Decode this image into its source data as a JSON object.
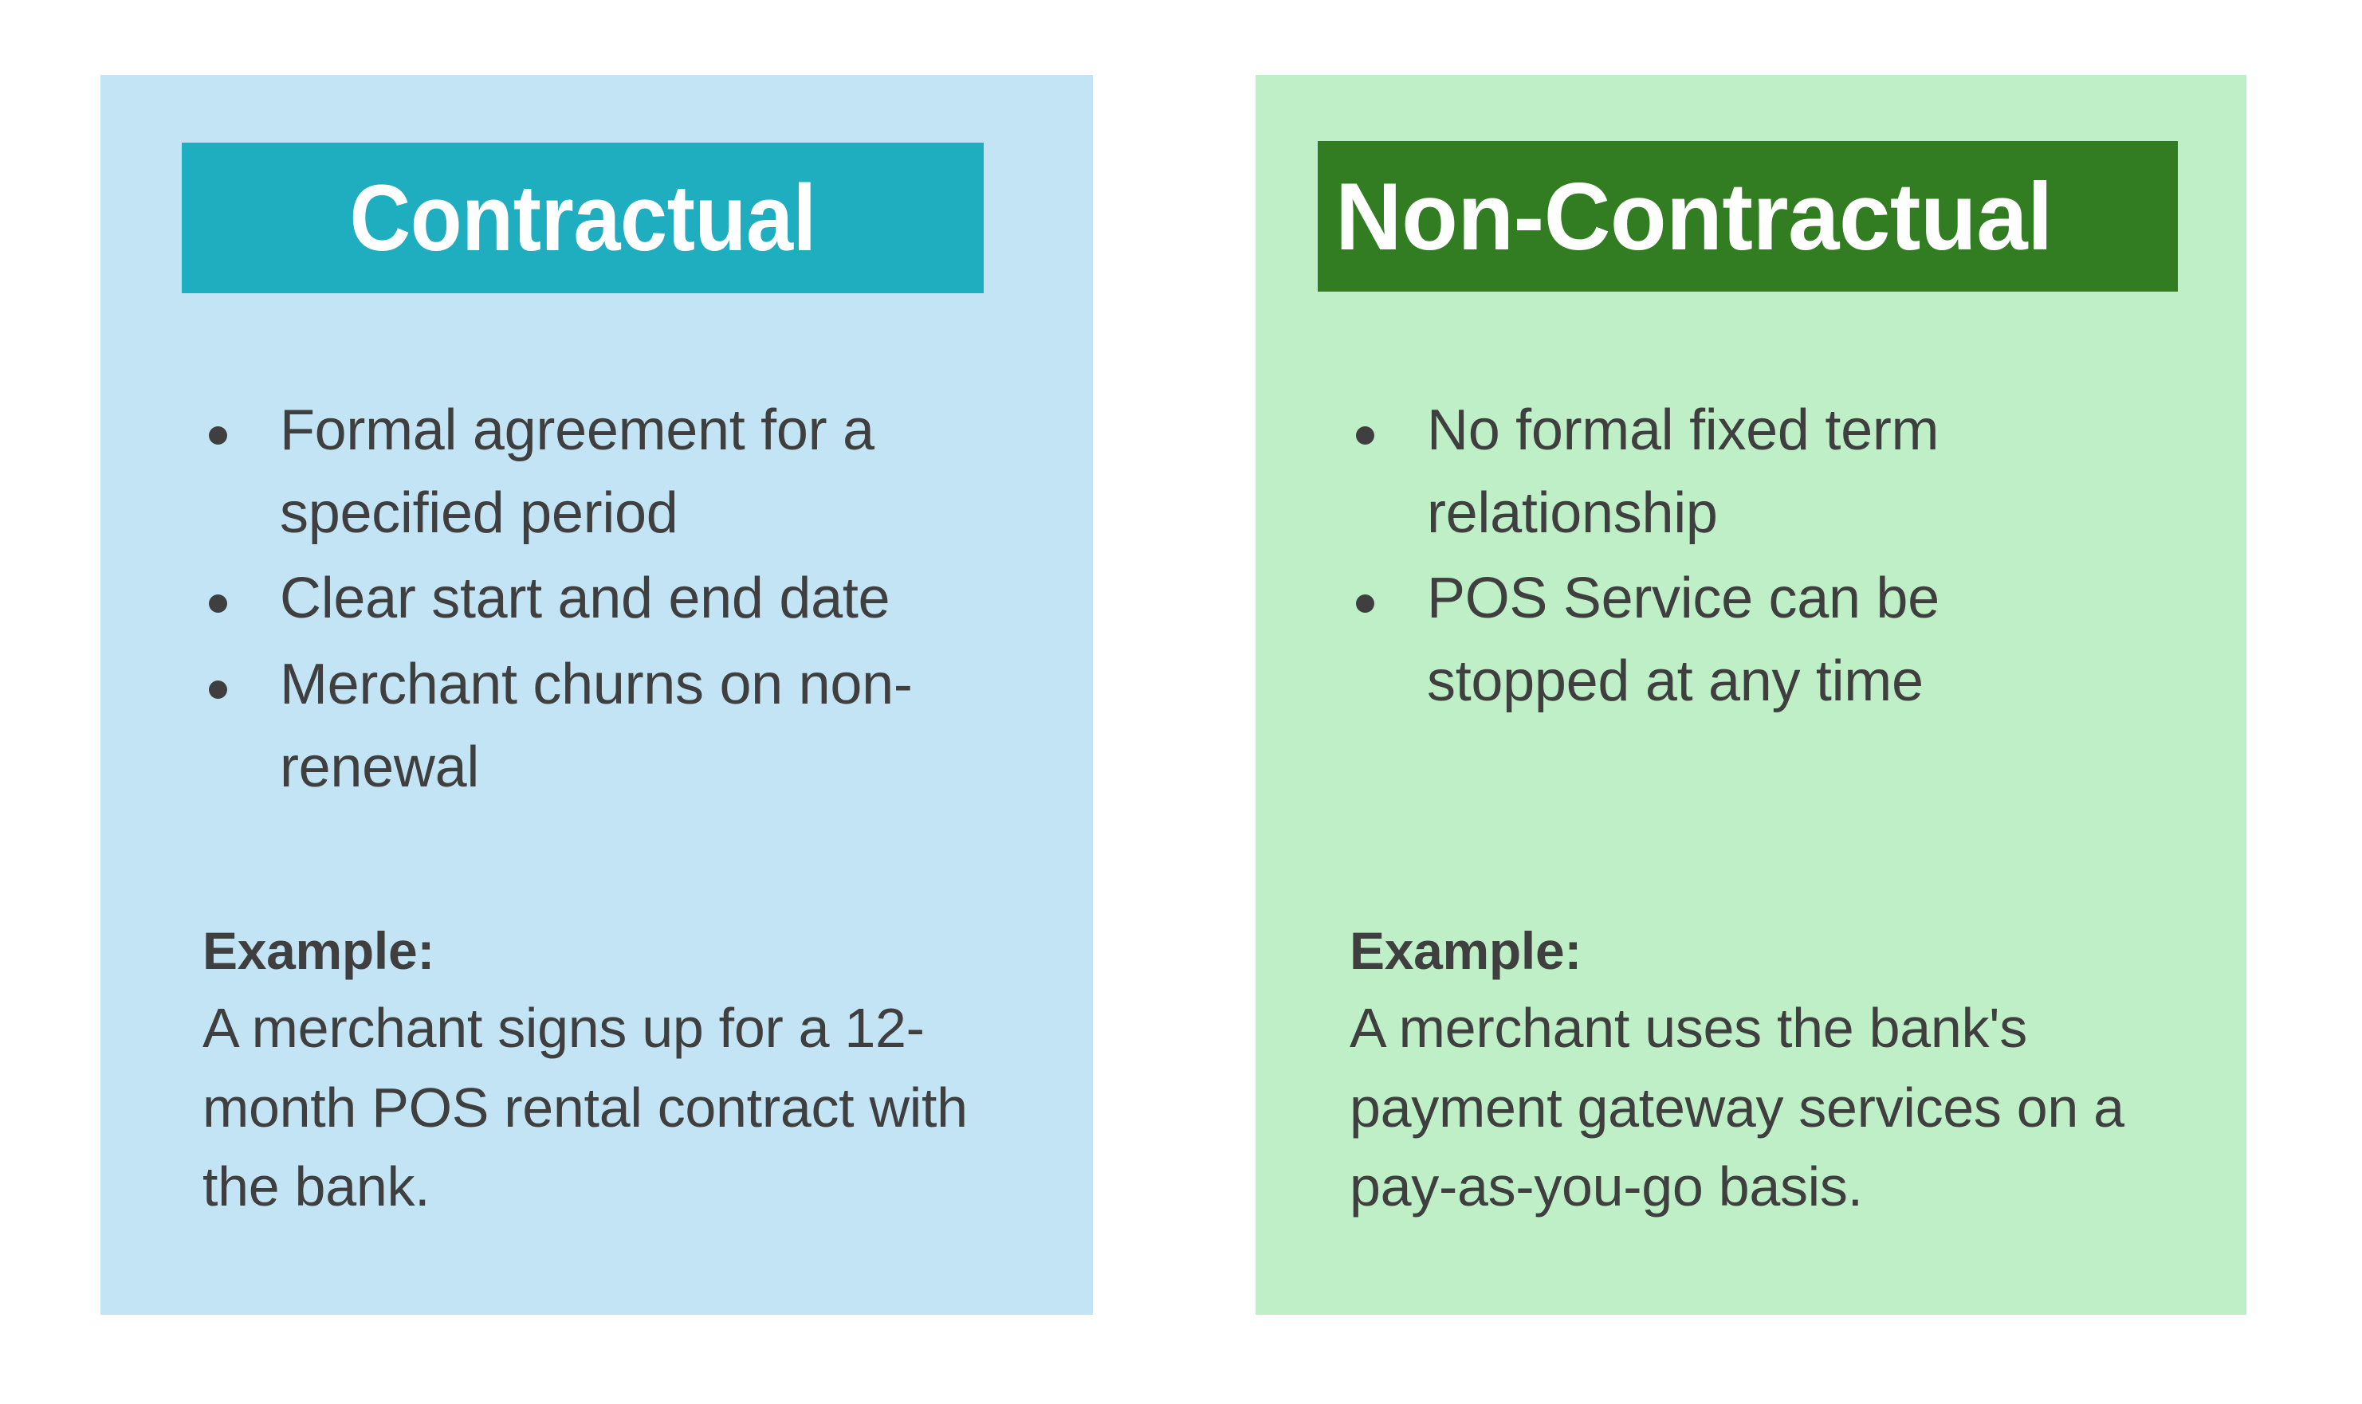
{
  "page": {
    "background_color": "#ffffff",
    "layout": "two-column-comparison"
  },
  "cards": [
    {
      "id": "contractual",
      "title": "Contractual",
      "card_background_color": "#c3e4f4",
      "header_background_color": "#1fadc0",
      "header_text_color": "#ffffff",
      "body_text_color": "#3f3f3f",
      "bullets": [
        "Formal agreement for a specified period",
        "Clear start and end date",
        "Merchant churns on non-renewal"
      ],
      "example_label": "Example:",
      "example_text": "A merchant signs up for a 12-month POS rental contract with the bank."
    },
    {
      "id": "non-contractual",
      "title": "Non-Contractual",
      "card_background_color": "#bfefc6",
      "header_background_color": "#327d22",
      "header_text_color": "#ffffff",
      "body_text_color": "#3f3f3f",
      "bullets": [
        "No formal fixed term relationship",
        "POS Service can be stopped at any time"
      ],
      "example_label": "Example:",
      "example_text": "A merchant uses the bank's payment gateway services on a pay-as-you-go basis."
    }
  ]
}
